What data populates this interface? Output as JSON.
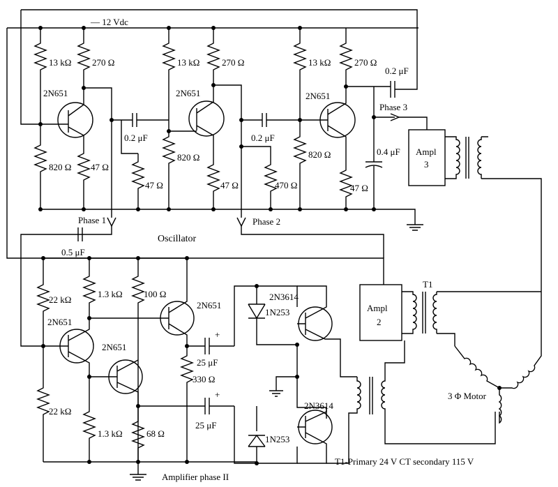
{
  "supply": "— 12 Vdc",
  "oscillator": {
    "title": "Oscillator",
    "stage1": {
      "r_top": "13 kΩ",
      "r_col": "270 Ω",
      "transistor": "2N651",
      "r_bot": "820 Ω",
      "r_emit": "47 Ω"
    },
    "stage2": {
      "r_top": "13 kΩ",
      "r_col": "270 Ω",
      "transistor": "2N651",
      "r_bot": "820 Ω",
      "r_emit": "47 Ω"
    },
    "stage3": {
      "r_top": "13 kΩ",
      "r_col": "270 Ω",
      "transistor": "2N651",
      "r_bot": "820 Ω",
      "r_emit": "47 Ω"
    },
    "c1": "0.2 μF",
    "c1_r": "47 Ω",
    "c2": "0.2 μF",
    "c2_r": "470 Ω",
    "c_fb": "0.2 μF",
    "c_out": "0.4 μF",
    "phase1": "Phase 1",
    "phase2": "Phase 2",
    "phase3": "Phase 3"
  },
  "amplifier": {
    "title": "Amplifier phase II",
    "c_in": "0.5 μF",
    "r1": "22 kΩ",
    "r2": "22 kΩ",
    "r3": "1.3 kΩ",
    "r4": "1.3 kΩ",
    "r5": "100 Ω",
    "r6": "330 Ω",
    "r7": "68 Ω",
    "q1": "2N651",
    "q2": "2N651",
    "q3": "2N651",
    "c_a": "25 μF",
    "c_b": "25 μF",
    "plus": "+",
    "d1": "1N253",
    "d2": "1N253",
    "q4": "2N3614",
    "q5": "2N3614"
  },
  "ampl2": {
    "line1": "Ampl",
    "line2": "2"
  },
  "ampl3": {
    "line1": "Ampl",
    "line2": "3"
  },
  "t1": "T1",
  "motor": "3 Φ Motor",
  "transformer_note": "T1-Primary 24 V CT secondary 115 V"
}
